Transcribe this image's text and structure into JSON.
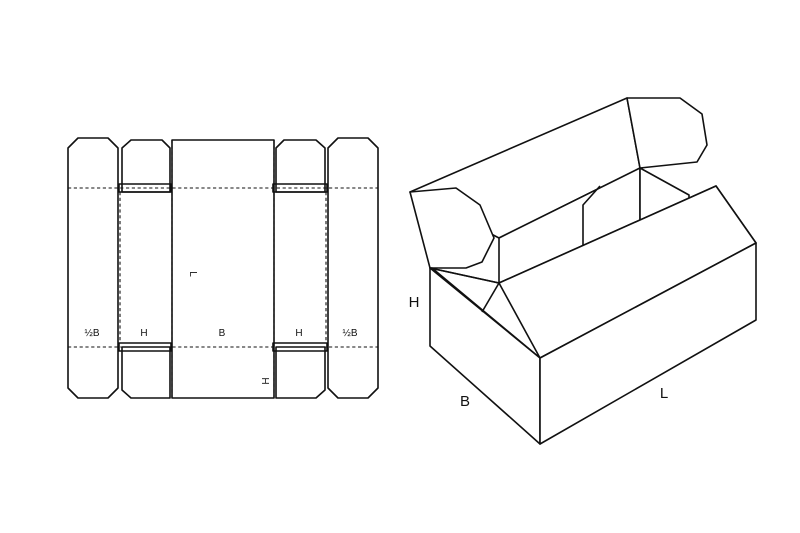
{
  "flat_layout": {
    "labels": {
      "half_b_left": "½B",
      "h_left": "H",
      "b_center": "B",
      "h_right": "H",
      "half_b_right": "½B",
      "h_rotated": "H",
      "l_rotated": "L"
    }
  },
  "box_view": {
    "labels": {
      "h": "H",
      "b": "B",
      "l": "L"
    }
  }
}
